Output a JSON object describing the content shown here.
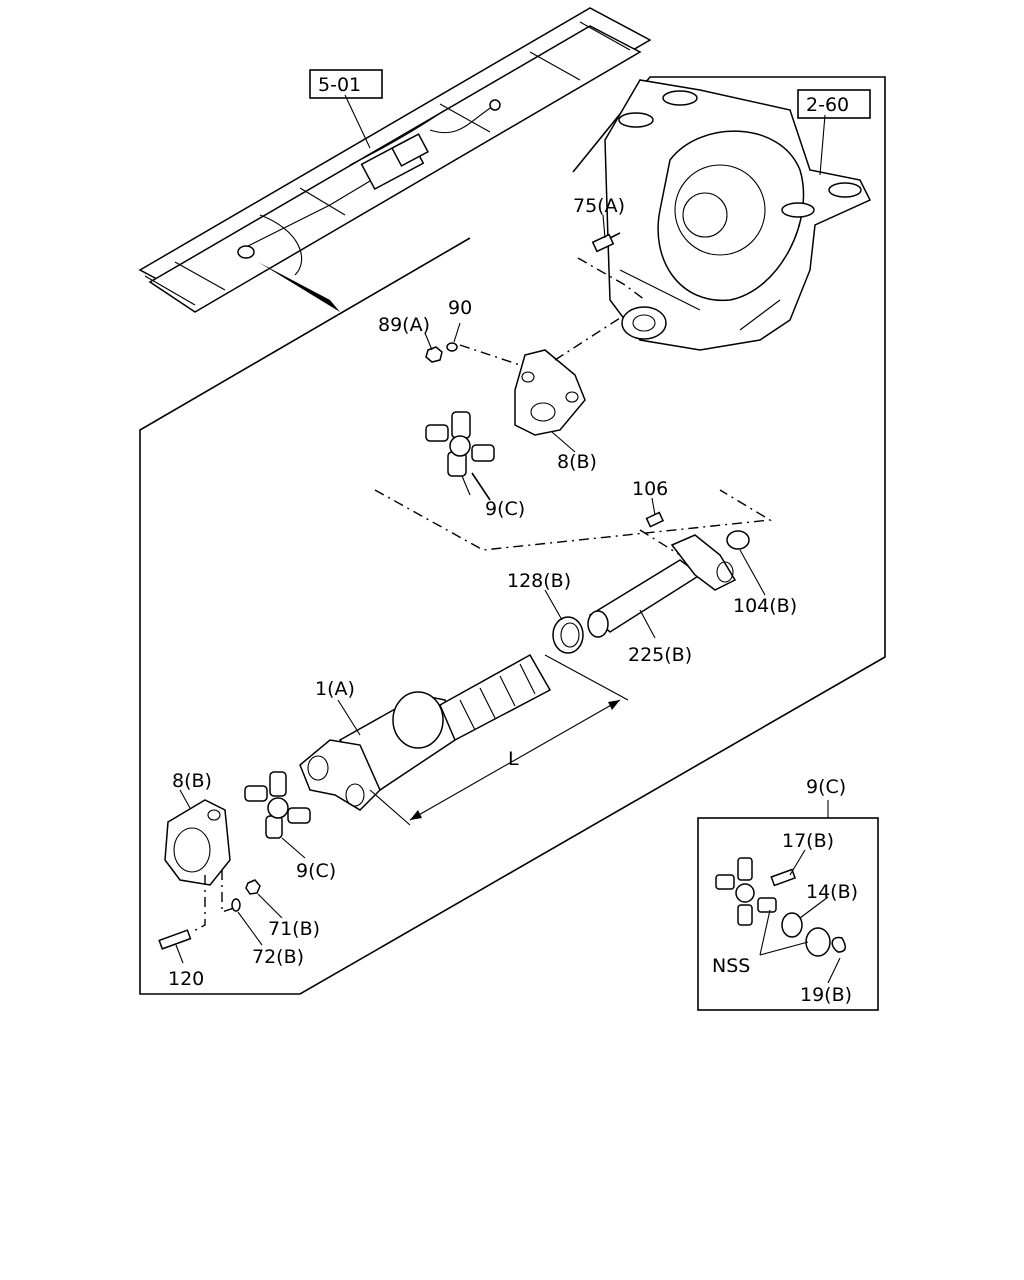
{
  "refs": {
    "frame": "5-01",
    "transmission": "2-60"
  },
  "labels": {
    "p75a": "75(A)",
    "p89a": "89(A)",
    "p90": "90",
    "p8b_top": "8(B)",
    "p9c_top": "9(C)",
    "p106": "106",
    "p128b": "128(B)",
    "p104b": "104(B)",
    "p225b": "225(B)",
    "p1a": "1(A)",
    "dim_l": "L",
    "p8b_left": "8(B)",
    "p9c_left": "9(C)",
    "p71b": "71(B)",
    "p72b": "72(B)",
    "p120": "120"
  },
  "inset": {
    "title": "9(C)",
    "p17b": "17(B)",
    "p14b": "14(B)",
    "nss": "NSS",
    "p19b": "19(B)"
  }
}
